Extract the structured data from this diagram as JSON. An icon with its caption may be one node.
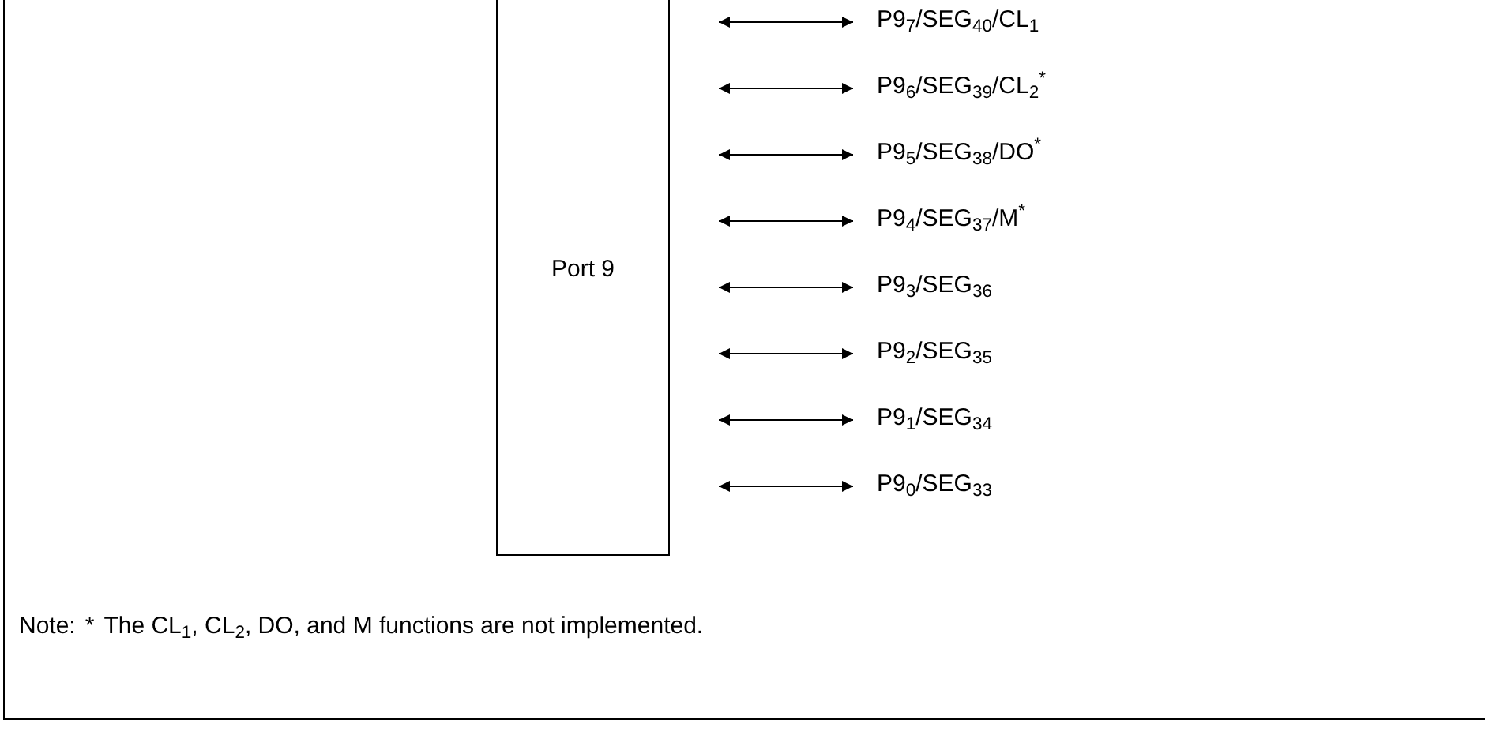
{
  "diagram": {
    "nodes": [
      {
        "text": [
          "Port 9"
        ]
      },
      {
        "text": [
          "P9$_{7}$/SEG$_{40}$/CL$_{1}$"
        ]
      },
      {
        "text": [
          "P9$_{6}$/SEG$_{39}$/CL$_{2}$$^{*}$"
        ]
      },
      {
        "text": [
          "P9$_{5}$/SEG$_{38}$/DO$^{*}$"
        ]
      },
      {
        "text": [
          "P9$_{4}$/SEG$_{37}$/M$^{*}$"
        ]
      },
      {
        "text": [
          "P9$_{3}$/SEG$_{36}$"
        ]
      },
      {
        "text": [
          "P9$_{2}$/SEG$_{35}$"
        ]
      },
      {
        "text": [
          "P9$_{1}$/SEG$_{34}$"
        ]
      },
      {
        "text": [
          "P9$_{0}$/SEG$_{33}$"
        ]
      }
    ],
    "edges": [
      {
        "from": 0,
        "to": 1,
        "arrow": "both"
      },
      {
        "from": 0,
        "to": 2,
        "arrow": "both"
      },
      {
        "from": 0,
        "to": 3,
        "arrow": "both"
      },
      {
        "from": 0,
        "to": 4,
        "arrow": "both"
      },
      {
        "from": 0,
        "to": 5,
        "arrow": "both"
      },
      {
        "from": 0,
        "to": 6,
        "arrow": "both"
      },
      {
        "from": 0,
        "to": 7,
        "arrow": "both"
      },
      {
        "from": 0,
        "to": 8,
        "arrow": "both"
      }
    ],
    "labels": [
      "Note:",
      "*",
      "The CL$_{1}$, CL$_{2}$, DO, and M functions are not implemented."
    ]
  }
}
